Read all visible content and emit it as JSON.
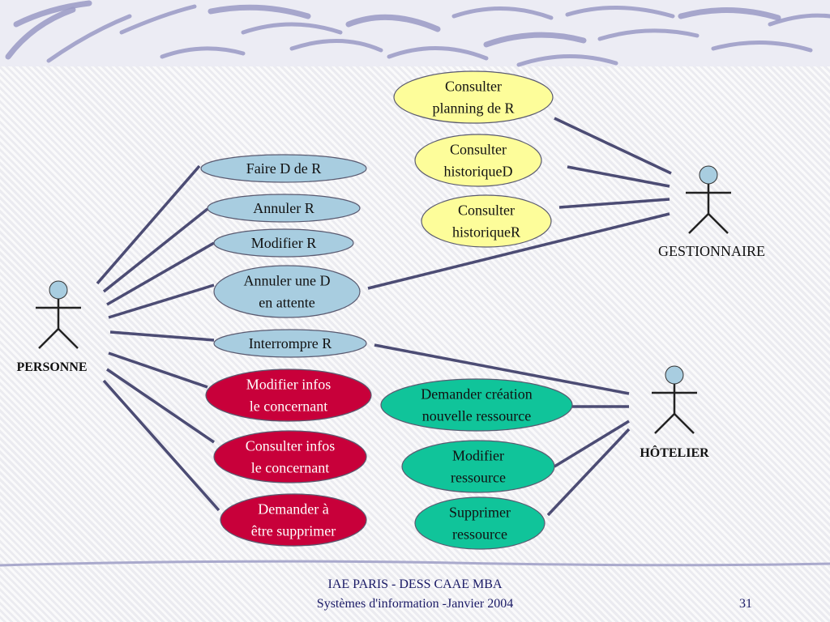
{
  "colors": {
    "blue_case": "#a8cde0",
    "yellow_case": "#fdfd9a",
    "red_case": "#c8003a",
    "green_case": "#10c49a",
    "line": "#4c4c74",
    "swoosh": "#9a9ac4",
    "actor_head": "#a8cde0"
  },
  "actors": {
    "personne": {
      "label": "PERSONNE"
    },
    "gestionnaire": {
      "label": "GESTIONNAIRE"
    },
    "hotelier": {
      "label": "HÔTELIER"
    }
  },
  "use_cases": {
    "consulter_planning": [
      "Consulter",
      "planning de R"
    ],
    "consulter_historique_d": [
      "Consulter",
      "historiqueD"
    ],
    "consulter_historique_r": [
      "Consulter",
      "historiqueR"
    ],
    "faire_d": [
      "Faire D de R"
    ],
    "annuler_r": [
      "Annuler R"
    ],
    "modifier_r": [
      "Modifier R"
    ],
    "annuler_d": [
      "Annuler une D",
      "en attente"
    ],
    "interrompre_r": [
      "Interrompre R"
    ],
    "modifier_infos": [
      "Modifier infos",
      "le concernant"
    ],
    "consulter_infos": [
      "Consulter infos",
      "le concernant"
    ],
    "demander_suppr": [
      "Demander à",
      "être supprimer"
    ],
    "demander_creation": [
      "Demander création",
      "nouvelle ressource"
    ],
    "modifier_ressource": [
      "Modifier",
      "ressource"
    ],
    "supprimer_ressource": [
      "Supprimer",
      "ressource"
    ]
  },
  "footer": {
    "line1": "IAE PARIS - DESS CAAE MBA",
    "line2": "Systèmes d'information -Janvier 2004",
    "page": "31"
  }
}
